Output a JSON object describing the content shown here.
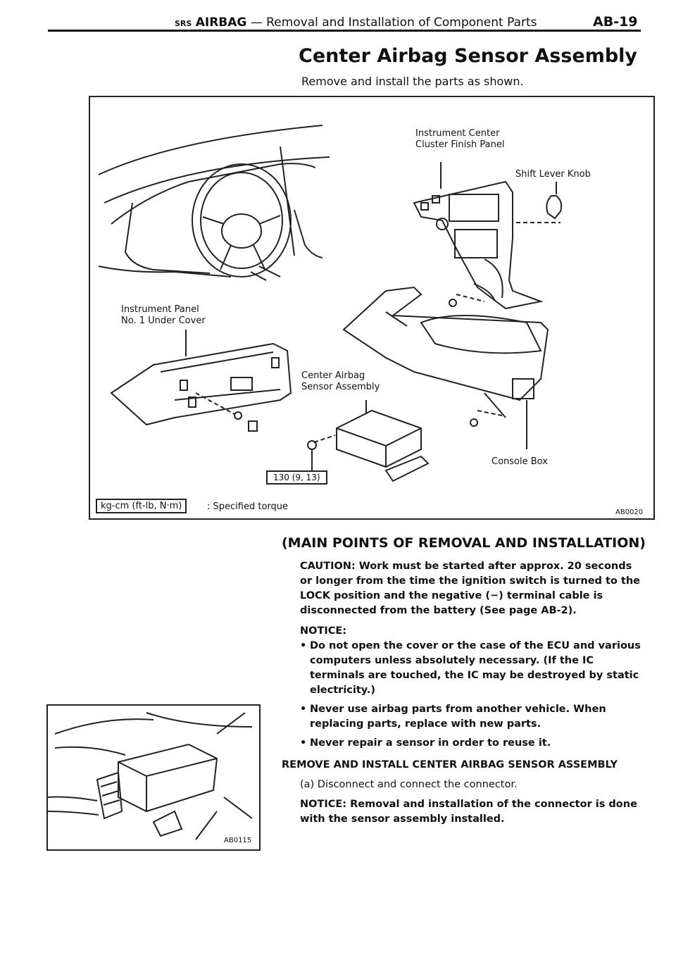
{
  "header": {
    "srs": "SRS",
    "section": "AIRBAG",
    "subtitle": " — Removal and Installation of Component Parts",
    "page": "AB-19"
  },
  "title": "Center Airbag Sensor Assembly",
  "intro": "Remove and install the parts as shown.",
  "figure1": {
    "labels": {
      "instrument_center_l1": "Instrument Center",
      "instrument_center_l2": "Cluster Finish Panel",
      "shift_lever_knob": "Shift Lever Knob",
      "under_cover_l1": "Instrument Panel",
      "under_cover_l2": "No. 1 Under Cover",
      "sensor_l1": "Center Airbag",
      "sensor_l2": "Sensor Assembly",
      "console_box": "Console Box"
    },
    "torque_value": "130 (9, 13)",
    "legend_box": "kg-cm (ft-lb, N·m)",
    "legend_text": ": Specified torque",
    "code": "AB0020"
  },
  "figure2": {
    "code": "AB0115"
  },
  "section": {
    "title": "(MAIN POINTS OF REMOVAL AND INSTALLATION)",
    "caution": "CAUTION: Work must be started after approx. 20 seconds or longer from the time the ignition switch is turned to the LOCK position and the negative (−) terminal cable is disconnected from the battery (See page AB-2).",
    "notice_label": "NOTICE:",
    "bullets": [
      "Do not open the cover or the case of the ECU and various computers unless absolutely necessary. (If the IC terminals are touched, the IC may be destroyed by static electricity.)",
      "Never use airbag parts from another vehicle. When replacing parts, replace with new parts.",
      "Never repair a sensor in order to reuse it."
    ],
    "subheading": "REMOVE AND INSTALL CENTER AIRBAG SENSOR ASSEMBLY",
    "step_a": "(a)  Disconnect and connect the connector.",
    "notice2": "NOTICE: Removal and installation of the connector is done with the sensor assembly installed."
  }
}
